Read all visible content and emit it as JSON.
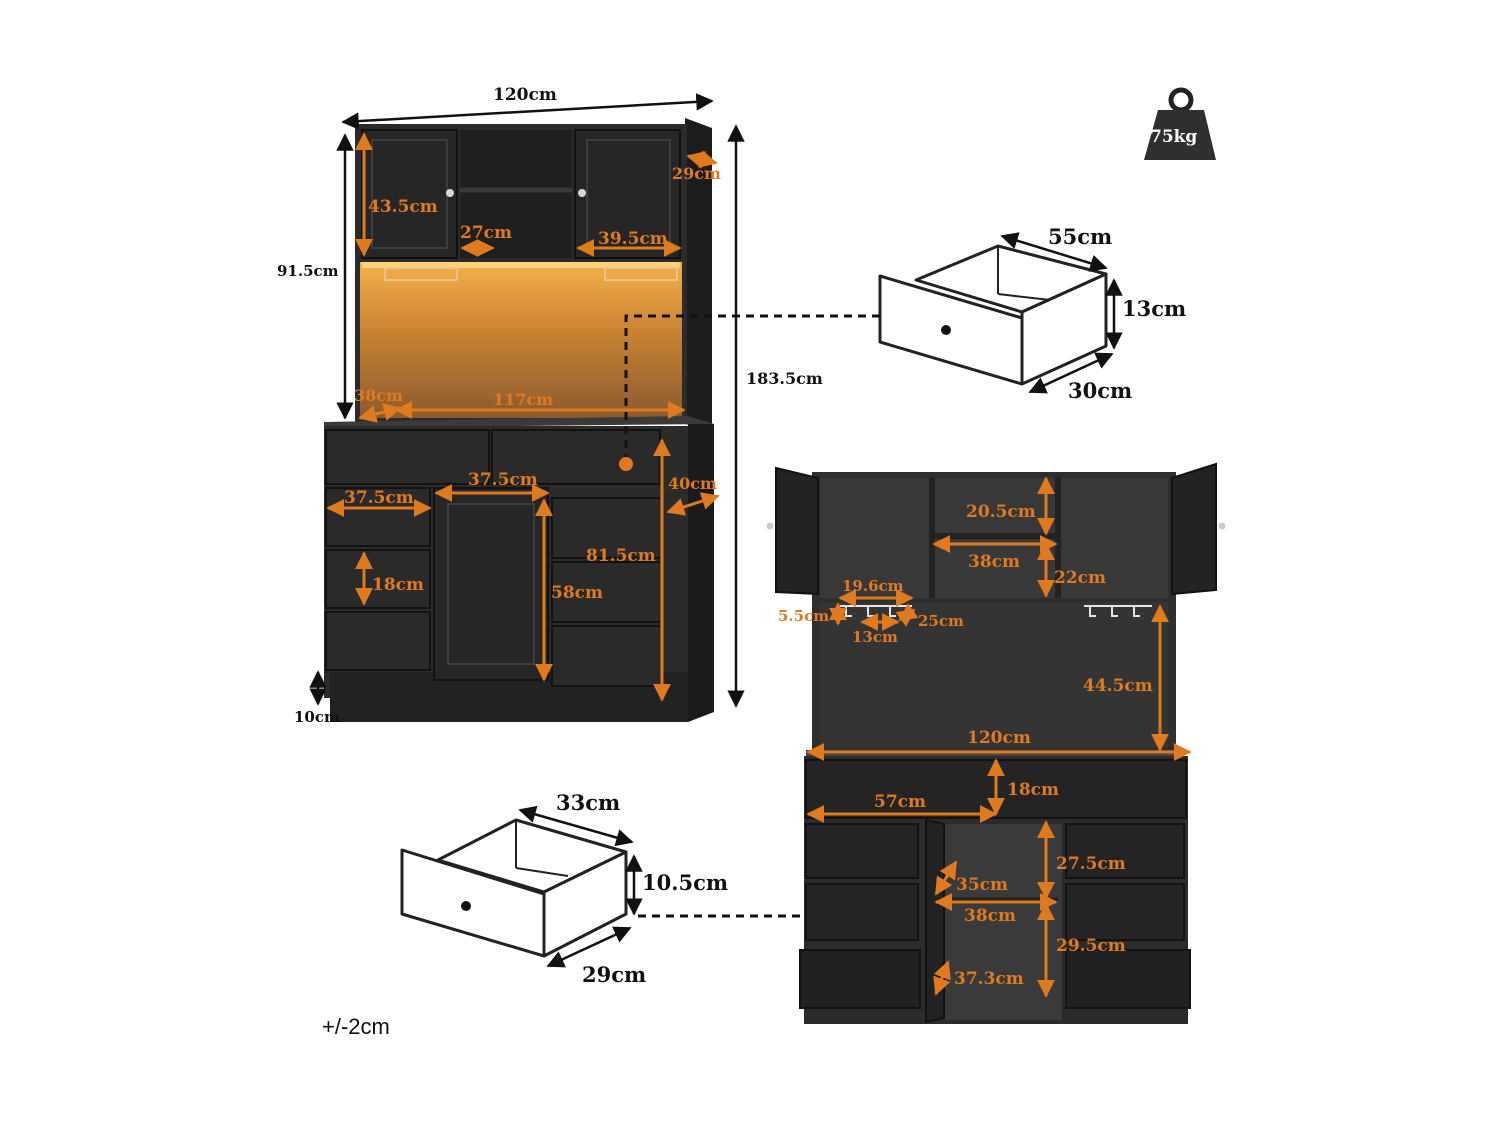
{
  "colors": {
    "cabinet": "#2b2b2b",
    "cabinet_dark": "#1c1c1c",
    "glow": "#f2a33a",
    "dimension_orange": "#e07a1f",
    "dimension_dark": "#111111"
  },
  "weight": {
    "label": "75kg",
    "icon": "weight-icon"
  },
  "tolerance_note": "+/-2cm",
  "front_view": {
    "width_total": "120cm",
    "depth_top": "29cm",
    "hutch_height": "91.5cm",
    "total_height": "183.5cm",
    "door_height": "43.5cm",
    "open_shelf_width": "27cm",
    "right_door_width": "39.5cm",
    "counter_depth": "38cm",
    "counter_width": "117cm",
    "base_depth": "40cm",
    "top_drawer_width": "37.5cm",
    "small_drawer_width": "37.5cm",
    "drawer_height": "18cm",
    "base_height": "81.5cm",
    "door_area_height": "58cm",
    "plinth_height": "10cm"
  },
  "large_drawer": {
    "width": "55cm",
    "height": "13cm",
    "depth": "30cm"
  },
  "small_drawer": {
    "width": "33cm",
    "height": "10.5cm",
    "depth": "29cm"
  },
  "open_view": {
    "shelf_height_upper": "20.5cm",
    "shelf_width": "38cm",
    "shelf_height_lower": "22cm",
    "rack_width": "19.6cm",
    "rack_height": "5.5cm",
    "rack_slot": "13cm",
    "rack_depth": "25cm",
    "hutch_open_height": "44.5cm",
    "width_total": "120cm",
    "top_drawer_height": "18cm",
    "top_drawer_width": "57cm",
    "side_drawer_height_1": "27.5cm",
    "cabinet_depth": "35cm",
    "cabinet_width": "38cm",
    "side_drawer_height_2": "29.5cm",
    "cabinet_lower_height": "37.3cm"
  }
}
